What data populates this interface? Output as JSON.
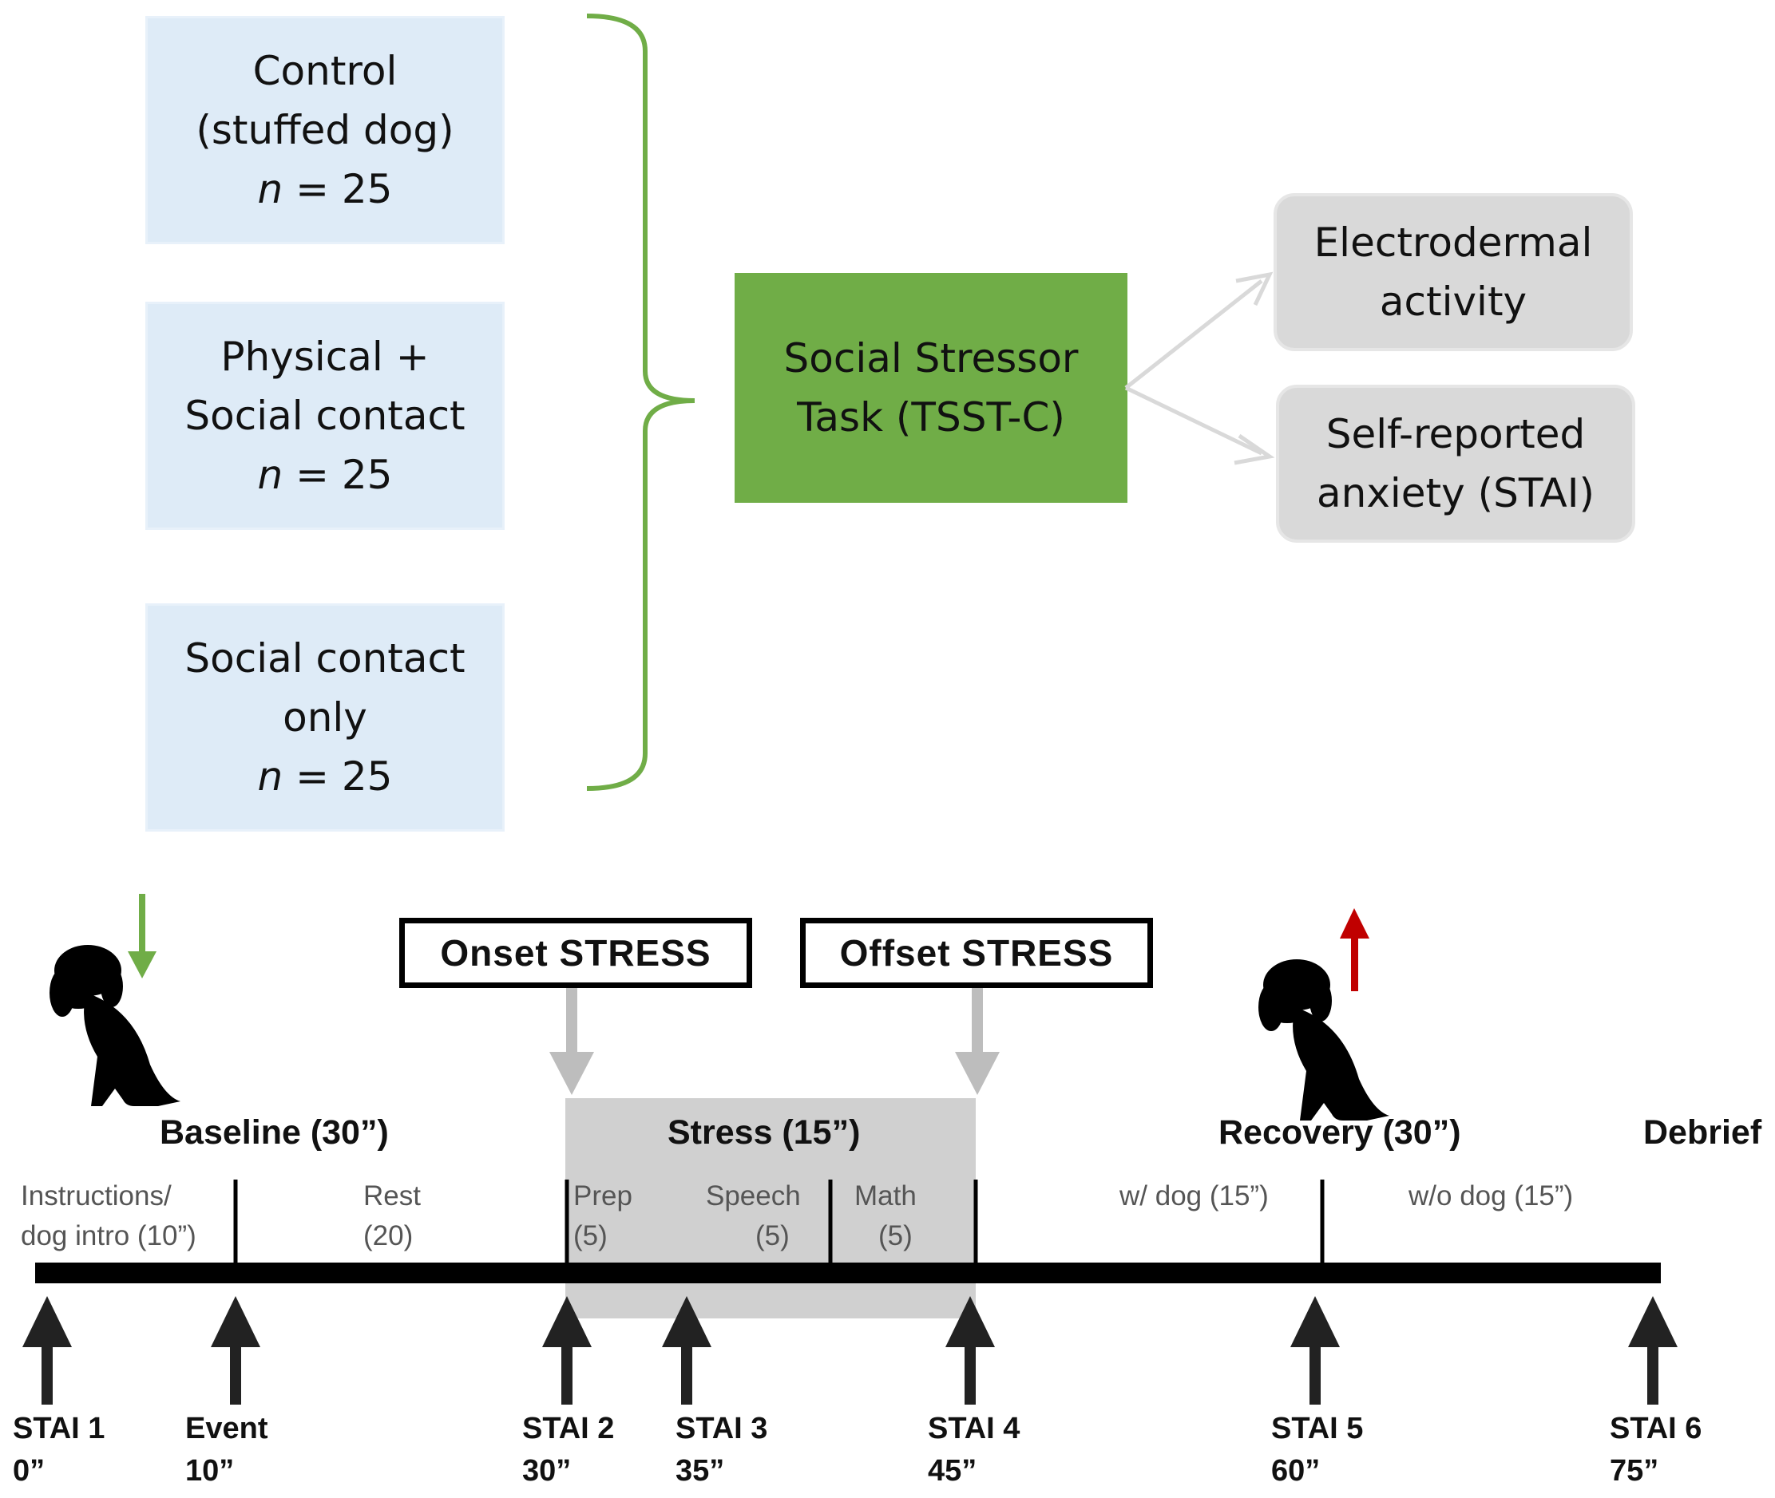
{
  "groups": [
    {
      "line1": "Control",
      "line2": "(stuffed dog)",
      "n_label": "n",
      "n_value": " = 25"
    },
    {
      "line1": "Physical +",
      "line2": "Social contact",
      "n_label": "n",
      "n_value": " = 25"
    },
    {
      "line1": "Social contact",
      "line2": "only",
      "n_label": "n",
      "n_value": " = 25"
    }
  ],
  "task": {
    "line1": "Social Stressor",
    "line2": "Task (TSST-C)",
    "color": "#70ad47"
  },
  "outcomes": [
    {
      "line1": "Electrodermal",
      "line2": "activity"
    },
    {
      "line1": "Self-reported",
      "line2": "anxiety (STAI)"
    }
  ],
  "stress_labels": {
    "onset": "Onset STRESS",
    "offset": "Offset STRESS"
  },
  "phases": {
    "baseline": "Baseline (30”)",
    "stress": "Stress (15”)",
    "recovery": "Recovery (30”)",
    "debrief": "Debrief"
  },
  "segments": {
    "instructions_l1": "Instructions/",
    "instructions_l2": "dog intro (10”)",
    "rest_l1": "Rest",
    "rest_l2": "(20)",
    "prep_l1": "Prep",
    "prep_l2": "(5)",
    "speech_l1": "Speech",
    "speech_l2": "(5)",
    "math_l1": "Math",
    "math_l2": "(5)",
    "with_dog": "w/ dog (15”)",
    "without_dog": "w/o dog (15”)"
  },
  "markers": [
    {
      "label": "STAI 1",
      "time": "0”"
    },
    {
      "label": "Event",
      "time": "10”"
    },
    {
      "label": "STAI 2",
      "time": "30”"
    },
    {
      "label": "STAI 3",
      "time": "35”"
    },
    {
      "label": "STAI 4",
      "time": "45”"
    },
    {
      "label": "STAI 5",
      "time": "60”"
    },
    {
      "label": "STAI 6",
      "time": "75”"
    }
  ],
  "colors": {
    "group_fill": "#deebf7",
    "bracket": "#70ad47",
    "outcome_fill": "#d9d9d9",
    "stress_band": "#d0d0d0",
    "down_arrow": "#70ad47",
    "up_arrow": "#c00000"
  },
  "icons": [
    "dog-silhouette-icon",
    "down-arrow-icon",
    "up-arrow-icon"
  ]
}
